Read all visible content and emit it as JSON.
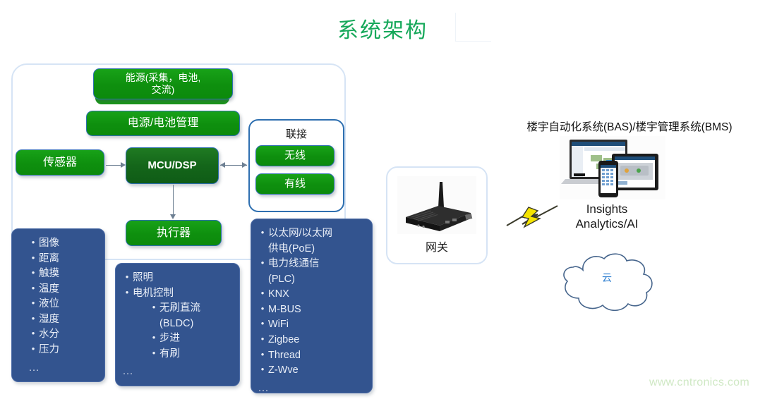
{
  "page": {
    "title": "系统架构",
    "watermark": "www.cntronics.com",
    "accent_green": "#16a85a",
    "box_green": "#0e8f0e",
    "box_blue": "#33548f",
    "frame_blue": "#d6e4f5"
  },
  "device": {
    "energy": "能源(采集，电池,\n交流)",
    "energy_line1": "能源(采集，电池,",
    "energy_line2": "交流)",
    "power_management": "电源/电池管理",
    "sensor": "传感器",
    "mcu": "MCU/DSP",
    "actuator": "执行器"
  },
  "connectivity": {
    "title": "联接",
    "wireless": "无线",
    "wired": "有线"
  },
  "sensor_list": {
    "items": [
      "图像",
      "距离",
      "触摸",
      "温度",
      "液位",
      "湿度",
      "水分",
      "压力"
    ],
    "ellipsis": "..."
  },
  "actuator_list": {
    "items": [
      {
        "label": "照明",
        "level": 0
      },
      {
        "label": "电机控制",
        "level": 0
      },
      {
        "label": "无刷直流",
        "level": 1,
        "label2": "(BLDC)"
      },
      {
        "label": "步进",
        "level": 1
      },
      {
        "label": "有刷",
        "level": 1
      }
    ],
    "ellipsis": "..."
  },
  "connectivity_list": {
    "items": [
      {
        "label": "以太网/以太网",
        "label2": "供电(PoE)"
      },
      {
        "label": "电力线通信",
        "label2": "(PLC)"
      },
      {
        "label": "KNX"
      },
      {
        "label": "M-BUS"
      },
      {
        "label": "WiFi"
      },
      {
        "label": "Zigbee"
      },
      {
        "label": "Thread"
      },
      {
        "label": "Z-Wve"
      }
    ],
    "ellipsis": "..."
  },
  "gateway": {
    "label": "网关",
    "device_icon": "router-device-image"
  },
  "cloud_section": {
    "bas_title": "楼宇自动化系统(BAS)/楼宇管理系统(BMS)",
    "insights_line1": "Insights",
    "insights_line2": "Analytics/AI",
    "cloud_label": "云",
    "devices_icon": "laptop-tablet-phone-image",
    "lightning_icon": "lightning-bolt-icon"
  }
}
